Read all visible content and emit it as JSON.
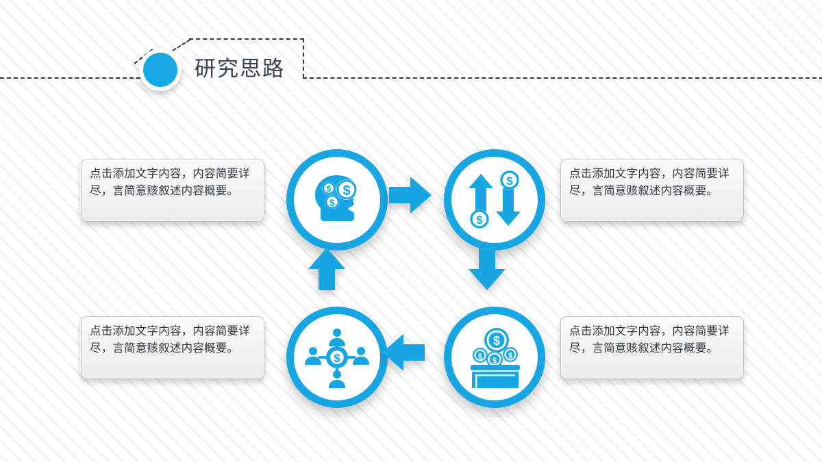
{
  "slide": {
    "title": "研究思路",
    "accent_color": "#17a6e3",
    "title_text_color": "#3b4350",
    "background_color": "#ffffff"
  },
  "nodes": [
    {
      "id": "node-1",
      "icon": "head-with-money-icon",
      "position": "top-left"
    },
    {
      "id": "node-2",
      "icon": "money-exchange-arrows-icon",
      "position": "top-right"
    },
    {
      "id": "node-3",
      "icon": "coins-into-box-icon",
      "position": "bottom-right"
    },
    {
      "id": "node-4",
      "icon": "people-network-money-icon",
      "position": "bottom-left"
    }
  ],
  "arrows": [
    {
      "id": "arrow-right",
      "icon": "arrow-right-icon"
    },
    {
      "id": "arrow-down",
      "icon": "arrow-down-icon"
    },
    {
      "id": "arrow-left",
      "icon": "arrow-left-icon"
    },
    {
      "id": "arrow-up",
      "icon": "arrow-up-icon"
    }
  ],
  "callouts": [
    {
      "id": "callout-1",
      "text": "点击添加文字内容，内容简要详尽，言简意赅叙述内容概要。"
    },
    {
      "id": "callout-2",
      "text": "点击添加文字内容，内容简要详尽，言简意赅叙述内容概要。"
    },
    {
      "id": "callout-3",
      "text": "点击添加文字内容，内容简要详尽，言简意赅叙述内容概要。"
    },
    {
      "id": "callout-4",
      "text": "点击添加文字内容，内容简要详尽，言简意赅叙述内容概要。"
    }
  ]
}
